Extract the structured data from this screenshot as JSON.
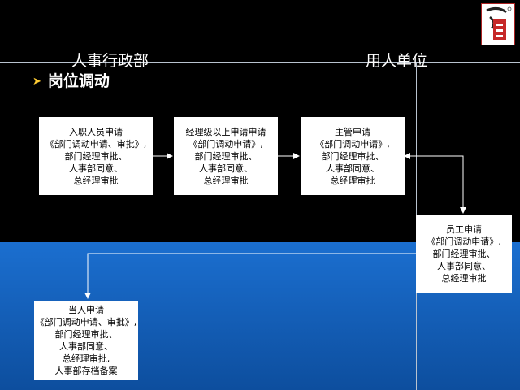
{
  "headers": {
    "left": "人事行政部",
    "right": "用人单位"
  },
  "subtitle": "岗位调动",
  "boxes": {
    "box1": [
      "入职人员申请",
      "《部门调动申请、审批》,",
      "部门经理审批、",
      "人事部同意、",
      "总经理审批"
    ],
    "box2": [
      "经理级以上申请申请",
      "《部门调动申请》,",
      "部门经理审批、",
      "人事部同意、",
      "总经理审批"
    ],
    "box3": [
      "主管申请",
      "《部门调动申请》,",
      "部门经理审批、",
      "人事部同意、",
      "总经理审批"
    ],
    "box4": [
      "员工申请",
      "《部门调动申请》,",
      "部门经理审批、",
      "人事部同意、",
      "总经理审批"
    ],
    "box5": [
      "当人申请",
      "《部门调动申请、审批》,",
      "部门经理审批、",
      "人事部同意、",
      "总经理审批,",
      "人事部存档备案"
    ]
  },
  "colors": {
    "top_background": "#000000",
    "bottom_background": "#1565c0",
    "bullet": "#ffcc33",
    "logo_red": "#aa2222"
  }
}
